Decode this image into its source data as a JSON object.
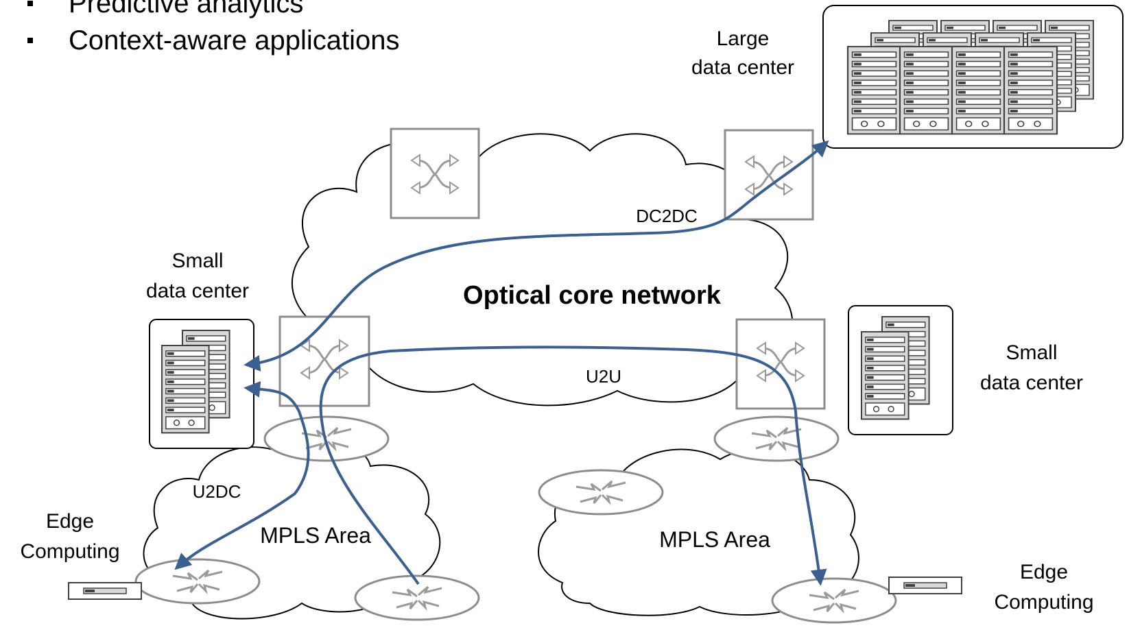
{
  "bullets": [
    "Predictive analytics",
    "Context-aware applications"
  ],
  "labels": {
    "large_dc": [
      "Large",
      "data center"
    ],
    "small_dc_left": [
      "Small",
      "data center"
    ],
    "small_dc_right": [
      "Small",
      "data center"
    ],
    "core": "Optical core network",
    "dc2dc": "DC2DC",
    "u2u": "U2U",
    "u2dc": "U2DC",
    "mpls_left": "MPLS Area",
    "mpls_right": "MPLS Area",
    "edge_left": [
      "Edge",
      "Computing"
    ],
    "edge_right": [
      "Edge",
      "Computing"
    ]
  },
  "colors": {
    "flow": "#3b5f8f",
    "device_stroke": "#8c8c8c",
    "server_face": "#d9d9d9",
    "server_dark": "#404040"
  }
}
